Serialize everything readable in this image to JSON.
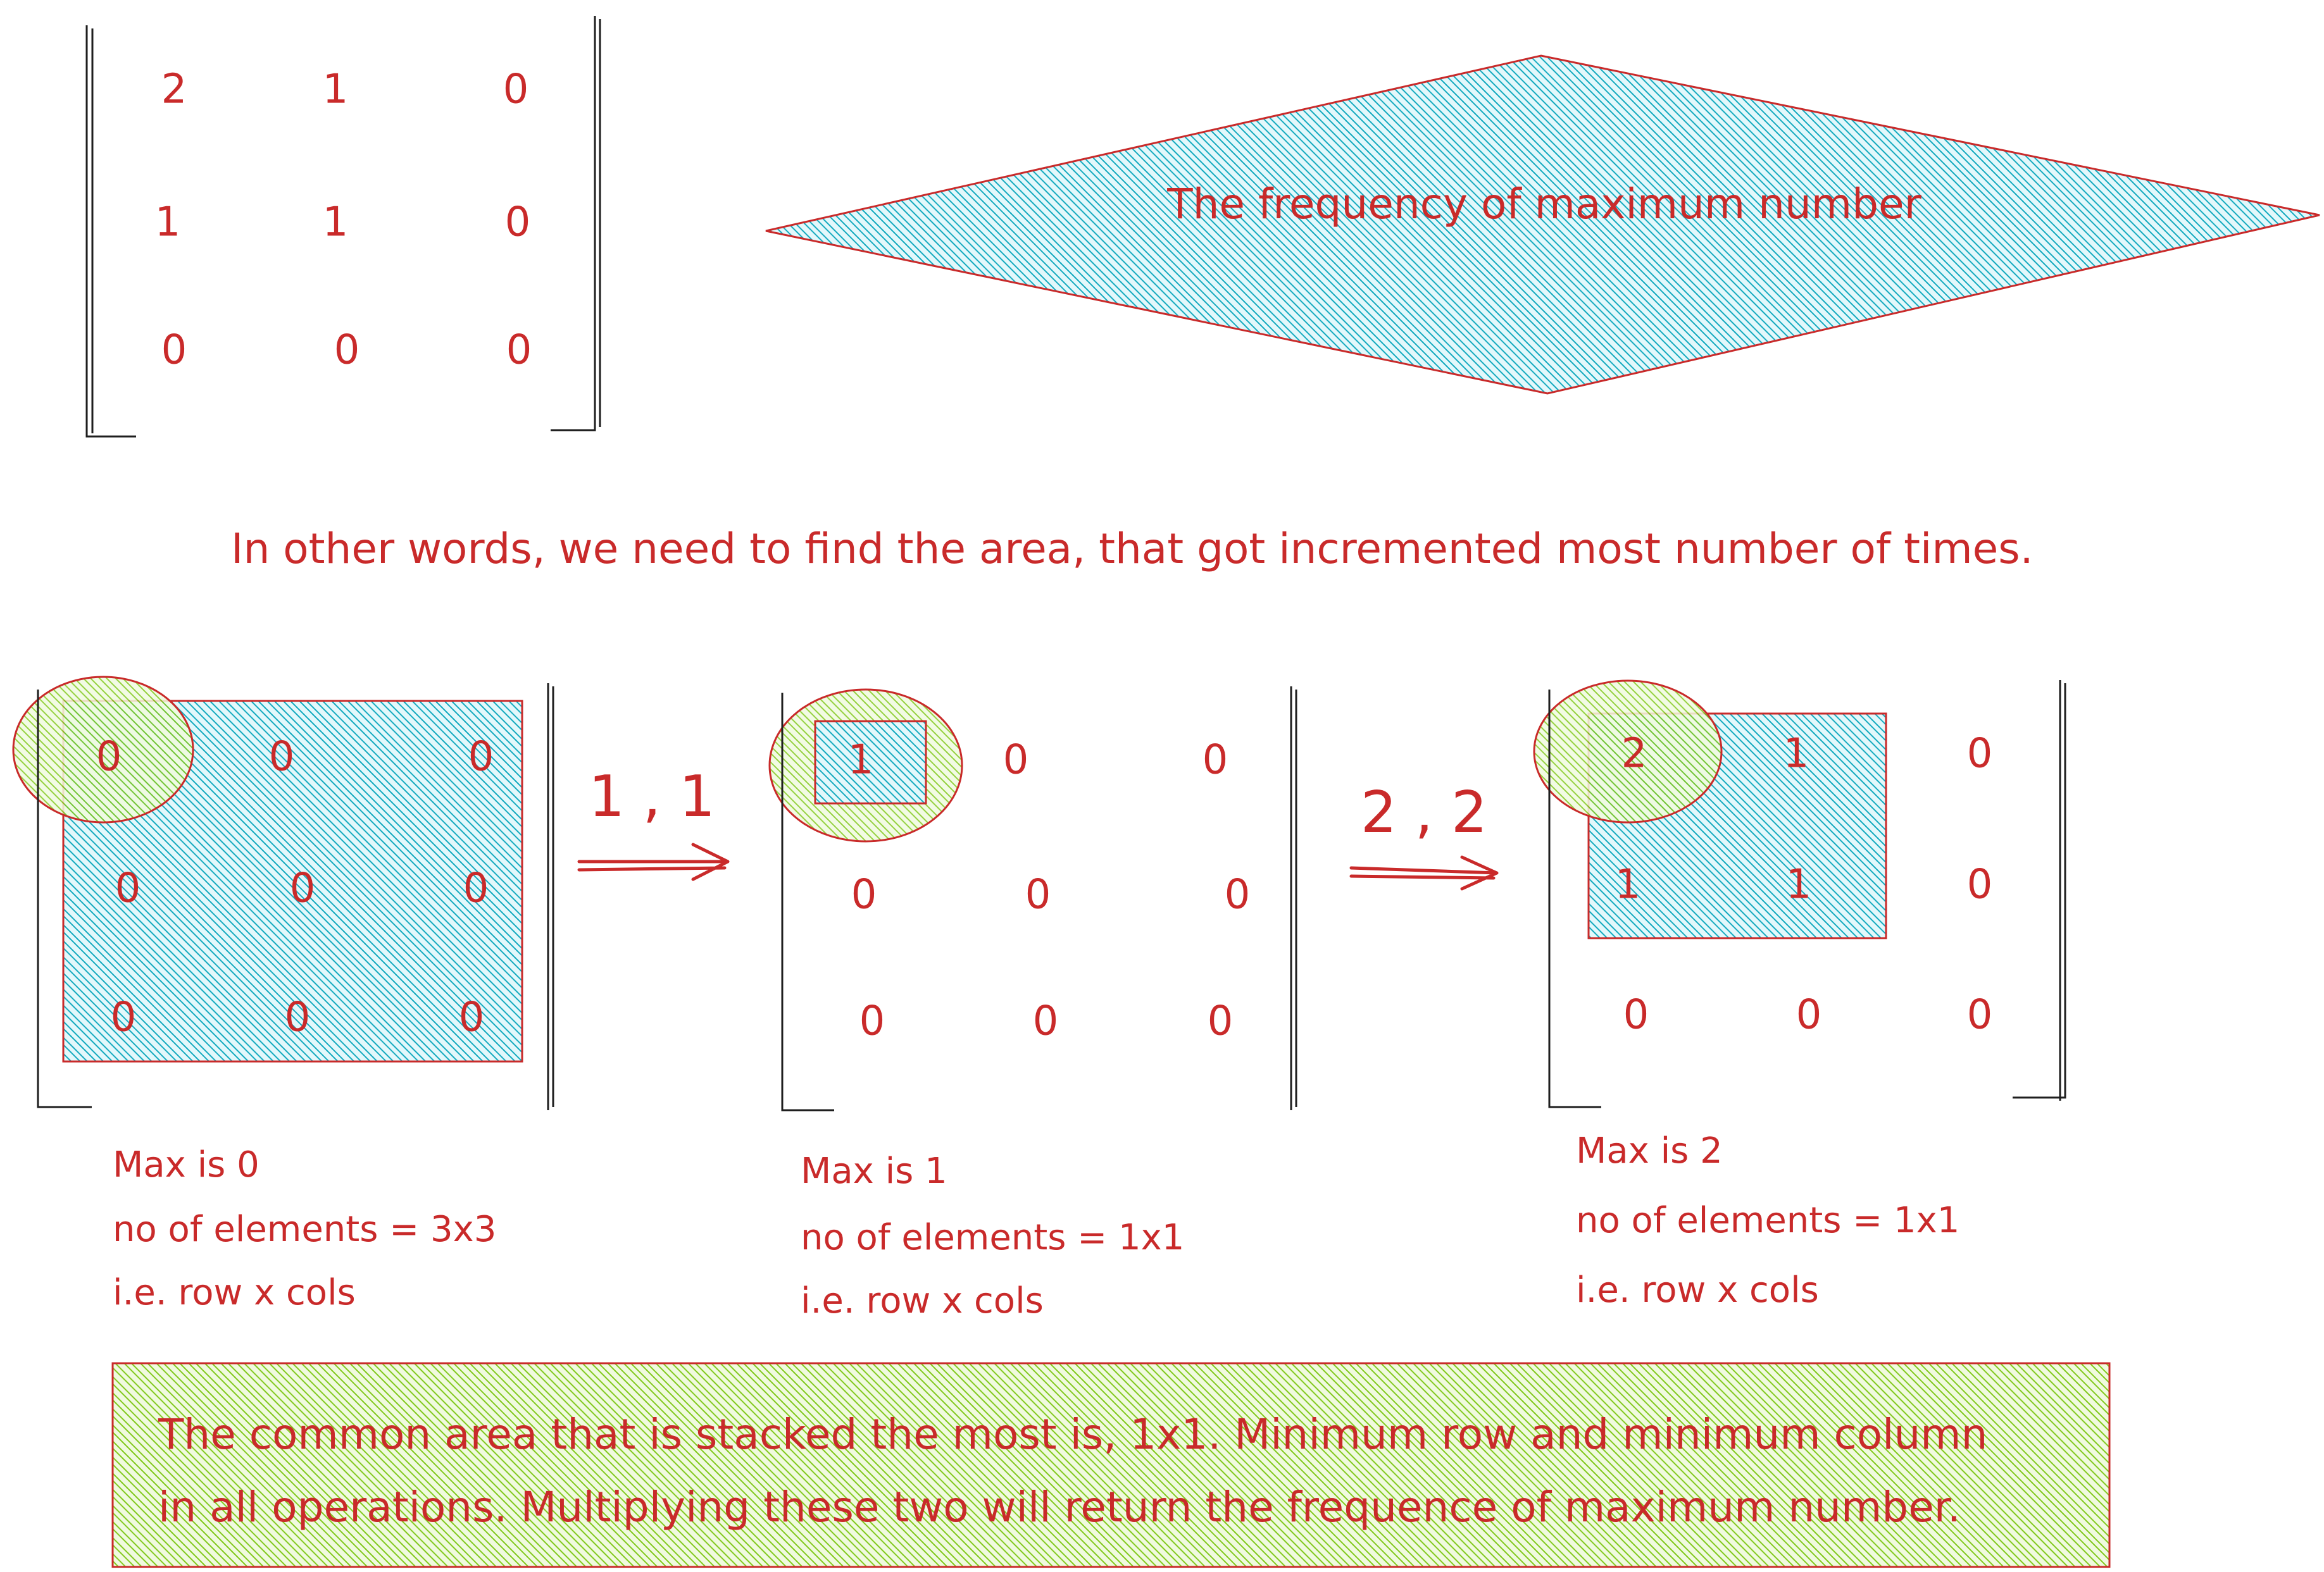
{
  "colors": {
    "ink": "#c92a2a",
    "blue_fill": "#15aabf",
    "green_fill": "#82c91e",
    "black": "#1e1e1e"
  },
  "top_matrix": {
    "rows": [
      [
        "2",
        "1",
        "0"
      ],
      [
        "1",
        "1",
        "0"
      ],
      [
        "0",
        "0",
        "0"
      ]
    ]
  },
  "diamond": {
    "label": "The frequency of maximum number"
  },
  "explanation": "In other words, we need to find the area, that got incremented most number of times.",
  "steps": [
    {
      "rows": [
        [
          "0",
          "0",
          "0"
        ],
        [
          "0",
          "0",
          "0"
        ],
        [
          "0",
          "0",
          "0"
        ]
      ],
      "caption": [
        "Max is 0",
        "no of elements = 3x3",
        "i.e. row x cols"
      ]
    },
    {
      "rows": [
        [
          "1",
          "0",
          "0"
        ],
        [
          "0",
          "0",
          "0"
        ],
        [
          "0",
          "0",
          "0"
        ]
      ],
      "caption": [
        "Max is 1",
        "no of elements = 1x1",
        "i.e. row x cols"
      ]
    },
    {
      "rows": [
        [
          "2",
          "1",
          "0"
        ],
        [
          "1",
          "1",
          "0"
        ],
        [
          "0",
          "0",
          "0"
        ]
      ],
      "caption": [
        "Max is 2",
        "no of elements = 1x1",
        "i.e. row x cols"
      ]
    }
  ],
  "arrows": [
    {
      "label": "1 , 1"
    },
    {
      "label": "2 , 2"
    }
  ],
  "conclusion": [
    "The common area that is stacked the most is, 1x1. Minimum row and minimum column",
    "in all operations. Multiplying these two will return the frequence of maximum number."
  ]
}
